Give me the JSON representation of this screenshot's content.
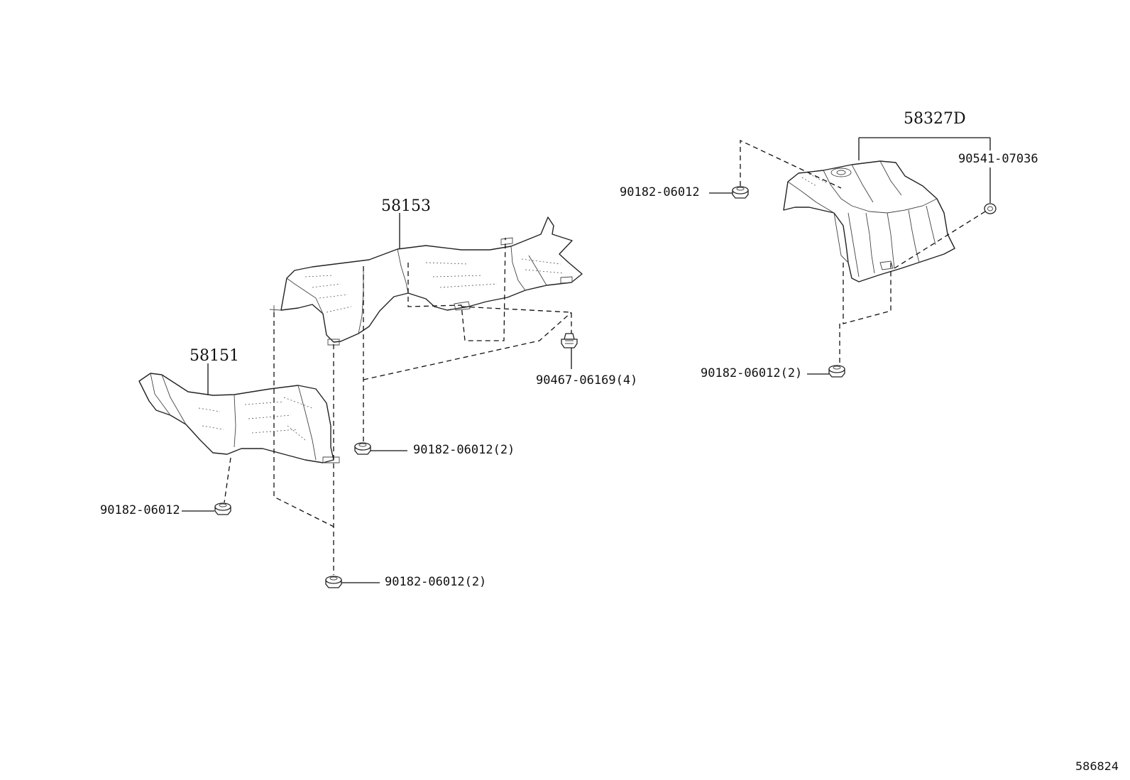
{
  "diagram_id": "586824",
  "callouts": {
    "shield_58153": "58153",
    "shield_58151": "58151",
    "shield_58327d": "58327D",
    "bolt_upper_right": "90182-06012",
    "bolt_center": "90182-06012(2)",
    "bolt_left": "90182-06012",
    "bolt_bottom": "90182-06012(2)",
    "clip_90467": "90467-06169(4)",
    "bolt_right_lower": "90182-06012(2)",
    "nut_90541": "90541-07036"
  }
}
